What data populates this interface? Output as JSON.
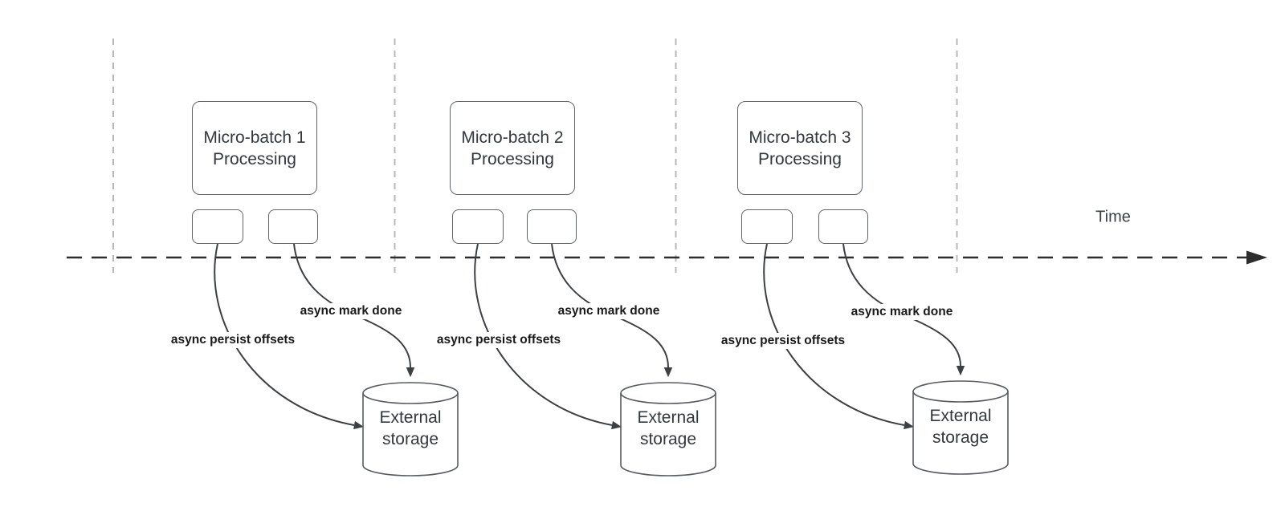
{
  "timeline": {
    "label": "Time"
  },
  "groups": [
    {
      "box": {
        "line1": "Micro-batch 1",
        "line2": "Processing"
      },
      "persist_label": "async persist offsets",
      "done_label": "async mark done",
      "storage": {
        "line1": "External",
        "line2": "storage"
      }
    },
    {
      "box": {
        "line1": "Micro-batch 2",
        "line2": "Processing"
      },
      "persist_label": "async persist offsets",
      "done_label": "async mark done",
      "storage": {
        "line1": "External",
        "line2": "storage"
      }
    },
    {
      "box": {
        "line1": "Micro-batch 3",
        "line2": "Processing"
      },
      "persist_label": "async persist offsets",
      "done_label": "async mark done",
      "storage": {
        "line1": "External",
        "line2": "storage"
      }
    }
  ],
  "colors": {
    "background": "#ffffff",
    "shape_border": "#60656b",
    "curve_stroke": "#3d4043",
    "timeline_stroke": "#2d2d2d",
    "gridline_stroke": "#b5b8bb",
    "shape_text": "#33383f",
    "label_text": "#1a1a1a"
  }
}
